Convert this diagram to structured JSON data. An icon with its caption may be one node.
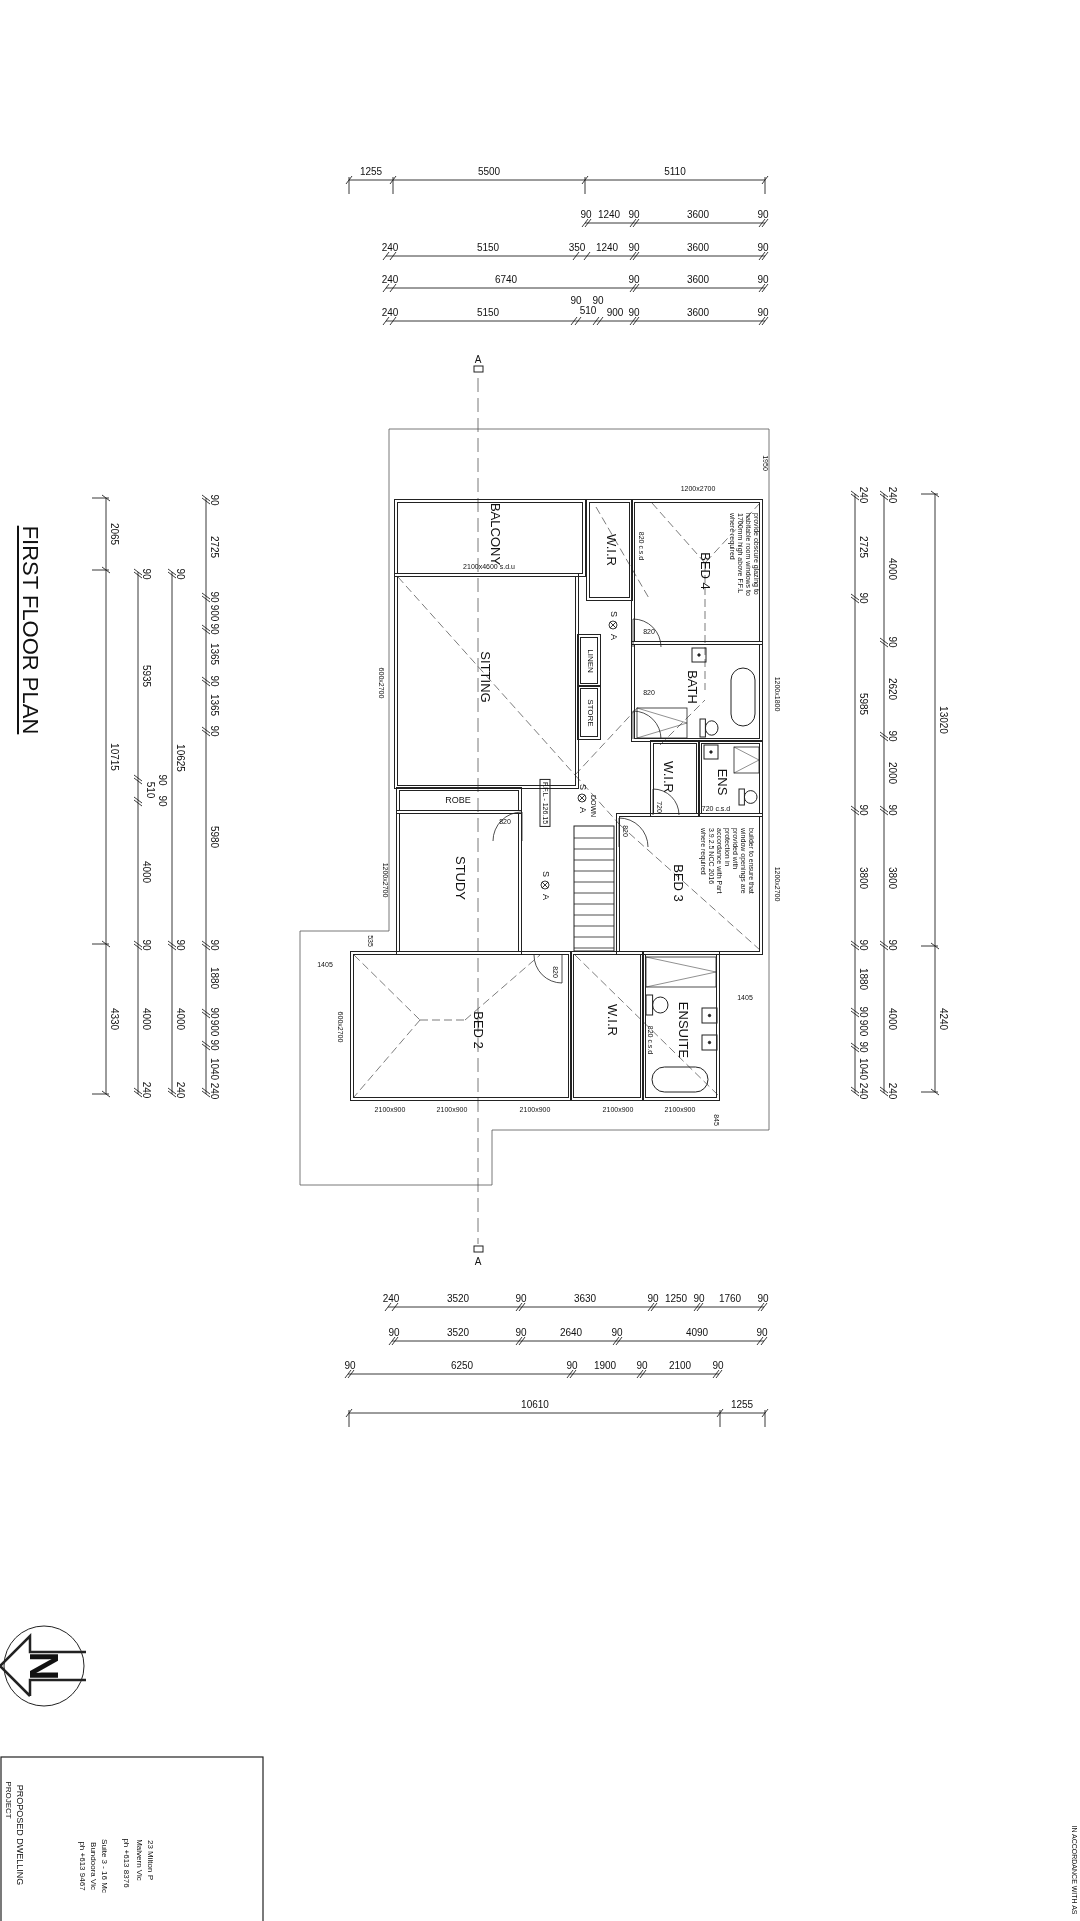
{
  "diagram": {
    "title": "FIRST FLOOR PLAN",
    "nodes": [
      {
        "text": [
          "BALCONY"
        ]
      },
      {
        "text": [
          "W.I.R"
        ]
      },
      {
        "text": [
          "BED 4"
        ]
      },
      {
        "text": [
          "SITTING"
        ]
      },
      {
        "text": [
          "LINEN"
        ]
      },
      {
        "text": [
          "STORE"
        ]
      },
      {
        "text": [
          "BATH"
        ]
      },
      {
        "text": [
          "W.I.R"
        ]
      },
      {
        "text": [
          "ENS"
        ]
      },
      {
        "text": [
          "ROBE"
        ]
      },
      {
        "text": [
          "STUDY"
        ]
      },
      {
        "text": [
          "BED 3"
        ]
      },
      {
        "text": [
          "BED 2"
        ]
      },
      {
        "text": [
          "W.I.R"
        ]
      },
      {
        "text": [
          "ENSUITE"
        ]
      }
    ],
    "labels": [
      "1255",
      "5500",
      "5110",
      "90",
      "1240",
      "90",
      "3600",
      "90",
      "240",
      "5150",
      "350",
      "1240",
      "90",
      "3600",
      "90",
      "240",
      "6740",
      "90",
      "3600",
      "90",
      "240",
      "5150",
      "90",
      "510",
      "90",
      "900",
      "90",
      "3600",
      "90",
      "2065",
      "10715",
      "4330",
      "90",
      "5935",
      "90",
      "510",
      "90",
      "4000",
      "90",
      "4000",
      "240",
      "90",
      "10625",
      "90",
      "4000",
      "240",
      "90",
      "2725",
      "90",
      "900",
      "90",
      "1365",
      "90",
      "1365",
      "90",
      "5980",
      "90",
      "1880",
      "90",
      "900",
      "90",
      "1040",
      "240",
      "240",
      "2725",
      "90",
      "5985",
      "90",
      "3800",
      "90",
      "1880",
      "90",
      "900",
      "90",
      "1040",
      "240",
      "240",
      "4000",
      "90",
      "2620",
      "90",
      "2000",
      "90",
      "3800",
      "90",
      "4000",
      "240",
      "13020",
      "4240",
      "240",
      "3520",
      "90",
      "3630",
      "90",
      "1250",
      "90",
      "1760",
      "90",
      "90",
      "3520",
      "90",
      "2640",
      "90",
      "4090",
      "90",
      "90",
      "6250",
      "90",
      "1900",
      "90",
      "2100",
      "90",
      "10610",
      "1255",
      "A",
      "1950",
      "1200x2700",
      "2100x4600 s.d.u",
      "820 c.s.d",
      "provide obscure glazing to habitable room windows to 1700mm high above F.F.L where required",
      "S",
      "A",
      "820",
      "820",
      "600x2700",
      "1200x1800",
      "F.F.L - 126.15",
      "S",
      "A",
      "DOWN",
      "720",
      "720 c.s.d",
      "820",
      "820",
      "1200x2700",
      "S",
      "A",
      "builder to ensure that window openings are provided with protection in accordance with Part 3.9.2.5 NCC 2016 where required",
      "1200x2700",
      "535",
      "1405",
      "820",
      "600x2700",
      "1405",
      "820 c.s.d",
      "2100x900",
      "2100x900",
      "2100x900",
      "2100x900",
      "2100x900",
      "845",
      "A",
      "N",
      "PROJECT",
      "PROPOSED DWELLING",
      "ph +613 9467",
      "Bundoora Vic",
      "Suite 3 - 16 Mc",
      "ph +613 8376",
      "Malvern Vic",
      "23 Milton P",
      "IN ACCORDANCE WITH AS"
    ]
  }
}
